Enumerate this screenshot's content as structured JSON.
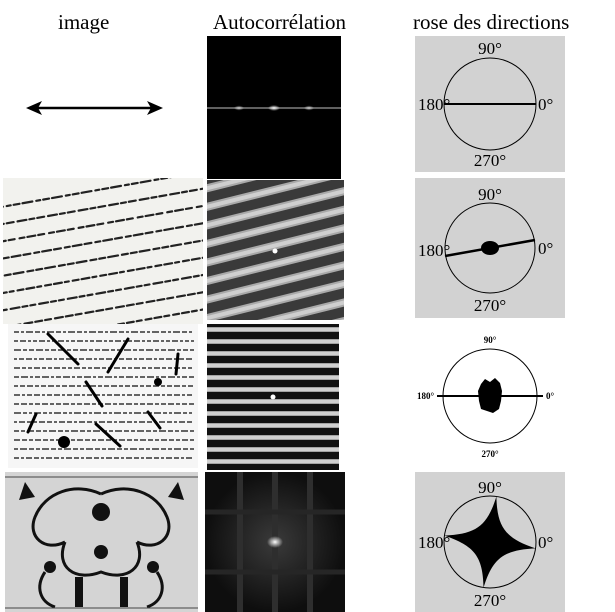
{
  "headers": {
    "image": "image",
    "autocorrelation": "Autocorrélation",
    "rose": "rose des directions"
  },
  "rose_labels": {
    "top": "90°",
    "left": "180°",
    "right": "0°",
    "bottom": "270°"
  },
  "rows": [
    {
      "image_kind": "double-arrow",
      "autocorr_kind": "horizontal-line",
      "rose_kind": "horizontal-line"
    },
    {
      "image_kind": "italic-text",
      "autocorr_kind": "oblique-stripes",
      "rose_kind": "oblique-line-with-blob"
    },
    {
      "image_kind": "roman-text-with-marks",
      "autocorr_kind": "horizontal-stripes",
      "rose_kind": "horizontal-line-with-blob"
    },
    {
      "image_kind": "ornament-engraving",
      "autocorr_kind": "diffuse-cross",
      "rose_kind": "four-lobe-cross"
    }
  ]
}
